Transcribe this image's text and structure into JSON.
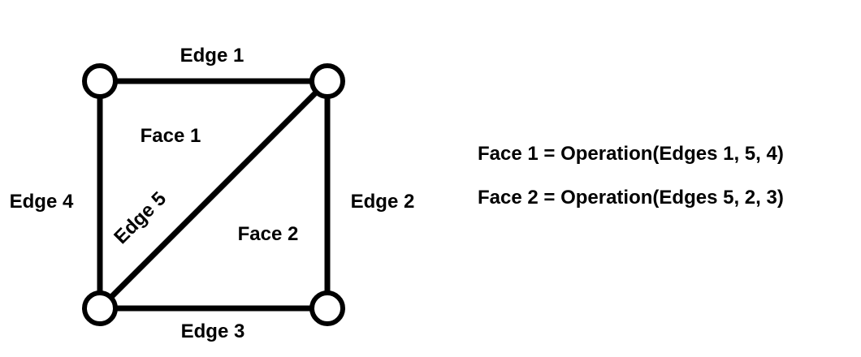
{
  "diagram": {
    "edges": [
      {
        "id": 1,
        "label": "Edge 1"
      },
      {
        "id": 2,
        "label": "Edge 2"
      },
      {
        "id": 3,
        "label": "Edge 3"
      },
      {
        "id": 4,
        "label": "Edge 4"
      },
      {
        "id": 5,
        "label": "Edge 5"
      }
    ],
    "faces": [
      {
        "id": 1,
        "label": "Face 1"
      },
      {
        "id": 2,
        "label": "Face 2"
      }
    ],
    "equations": [
      "Face 1 = Operation(Edges 1, 5, 4)",
      "Face 2 = Operation(Edges 5, 2, 3)"
    ],
    "colors": {
      "stroke": "#000000",
      "node_fill": "#ffffff",
      "background": "#ffffff"
    }
  }
}
